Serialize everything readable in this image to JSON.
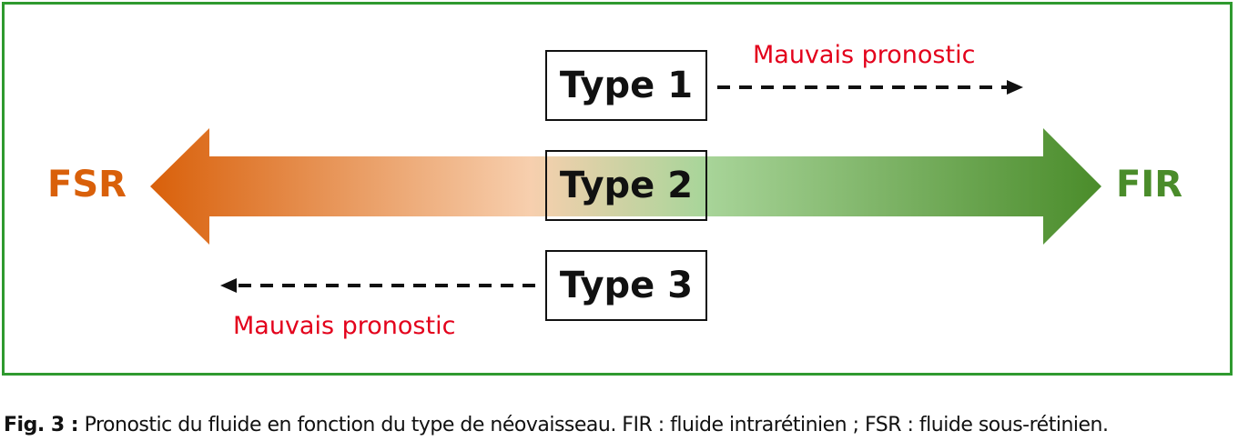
{
  "colors": {
    "frame": "#2f9a2f",
    "fsr": "#d9600a",
    "fir": "#4a8c2a",
    "gradient_mid_orange": "#f7cfae",
    "gradient_mid_green": "#a9d59a",
    "prognosis_text": "#e3001b"
  },
  "left_label": "FSR",
  "right_label": "FIR",
  "types": [
    {
      "label": "Type 1",
      "prognosis": "Mauvais pronostic",
      "arrow_direction": "right"
    },
    {
      "label": "Type 2"
    },
    {
      "label": "Type 3",
      "prognosis": "Mauvais pronostic",
      "arrow_direction": "left"
    }
  ],
  "caption": {
    "prefix": "Fig. 3 :",
    "text": " Pronostic du fluide en fonction du type de néovaisseau. FIR : fluide intrarétinien ; FSR : fluide sous-rétinien."
  }
}
